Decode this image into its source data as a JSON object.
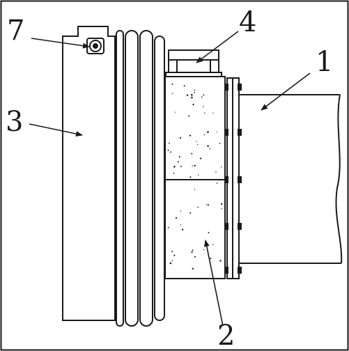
{
  "figure": {
    "labels": {
      "l1": "1",
      "l2": "2",
      "l3": "3",
      "l4": "4",
      "l7": "7"
    },
    "colors": {
      "stroke": "#1a1a1a",
      "background": "#ffffff"
    }
  }
}
